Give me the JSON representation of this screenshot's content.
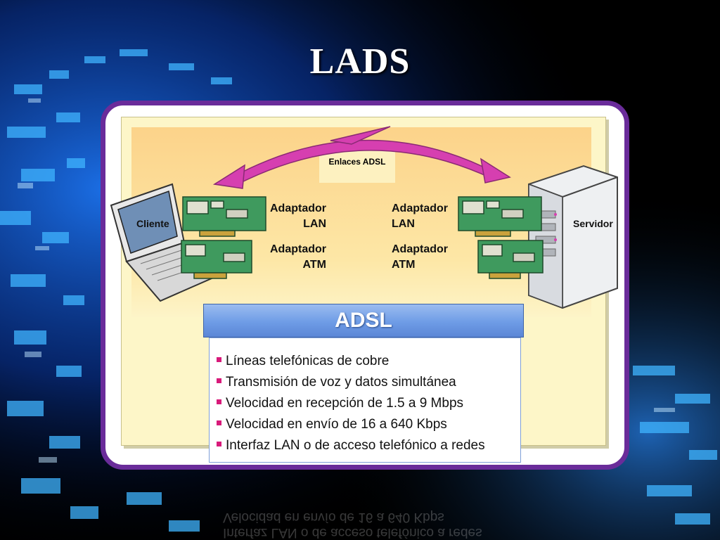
{
  "slide": {
    "title": "LADS"
  },
  "diagram": {
    "link_label": "Enlaces ADSL",
    "client_label": "Cliente",
    "server_label": "Servidor",
    "left_adapters": [
      {
        "line1": "Adaptador",
        "line2": "LAN"
      },
      {
        "line1": "Adaptador",
        "line2": "ATM"
      }
    ],
    "right_adapters": [
      {
        "line1": "Adaptador",
        "line2": "LAN"
      },
      {
        "line1": "Adaptador",
        "line2": "ATM"
      }
    ]
  },
  "adsl": {
    "header": "ADSL",
    "features": [
      "Líneas telefónicas de cobre",
      "Transmisión de voz y datos simultánea",
      "Velocidad en recepción de 1.5 a 9 Mbps",
      "Velocidad en envío de 16 a 640 Kbps",
      "Interfaz LAN o de acceso telefónico a redes"
    ]
  },
  "colors": {
    "frame": "#6a2c9a",
    "arrow": "#d63fb0",
    "bullet": "#d81a7a",
    "adsl_header": "#6e9ce6"
  }
}
